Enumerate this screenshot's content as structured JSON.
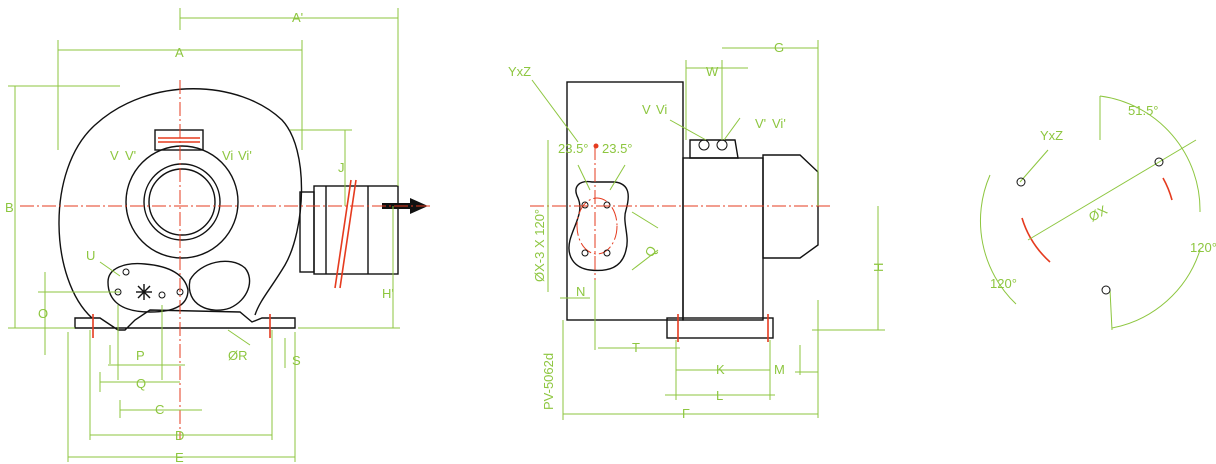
{
  "front": {
    "A_prime": "A'",
    "A": "A",
    "B": "B",
    "J": "J",
    "H_prime": "H'",
    "O": "O",
    "P": "P",
    "Q": "Q",
    "C": "C",
    "D": "D",
    "E": "E",
    "U": "U",
    "phiR": "ØR",
    "S": "S",
    "V": "V",
    "V_prime": "V'",
    "Vi": "Vi",
    "Vi_prime": "Vi'"
  },
  "side": {
    "YxZ": "YxZ",
    "W": "W",
    "G": "G",
    "V": "V",
    "Vi": "Vi",
    "V_prime": "V'",
    "Vi_prime": "Vi'",
    "angle1": "23.5°",
    "angle2": "23.5°",
    "phiX": "ØX-3 X 120°",
    "Q": "Q",
    "N": "N",
    "T": "T",
    "K": "K",
    "L": "L",
    "M": "M",
    "F": "F",
    "H": "H",
    "model": "PV-5062d"
  },
  "flange": {
    "YxZ": "YxZ",
    "angle_top": "51.5°",
    "angle_right": "120°",
    "angle_left": "120°",
    "phiX": "ØX"
  },
  "colors": {
    "outline": "#111111",
    "dimension": "#8dc63f",
    "center": "#e53b1f"
  }
}
